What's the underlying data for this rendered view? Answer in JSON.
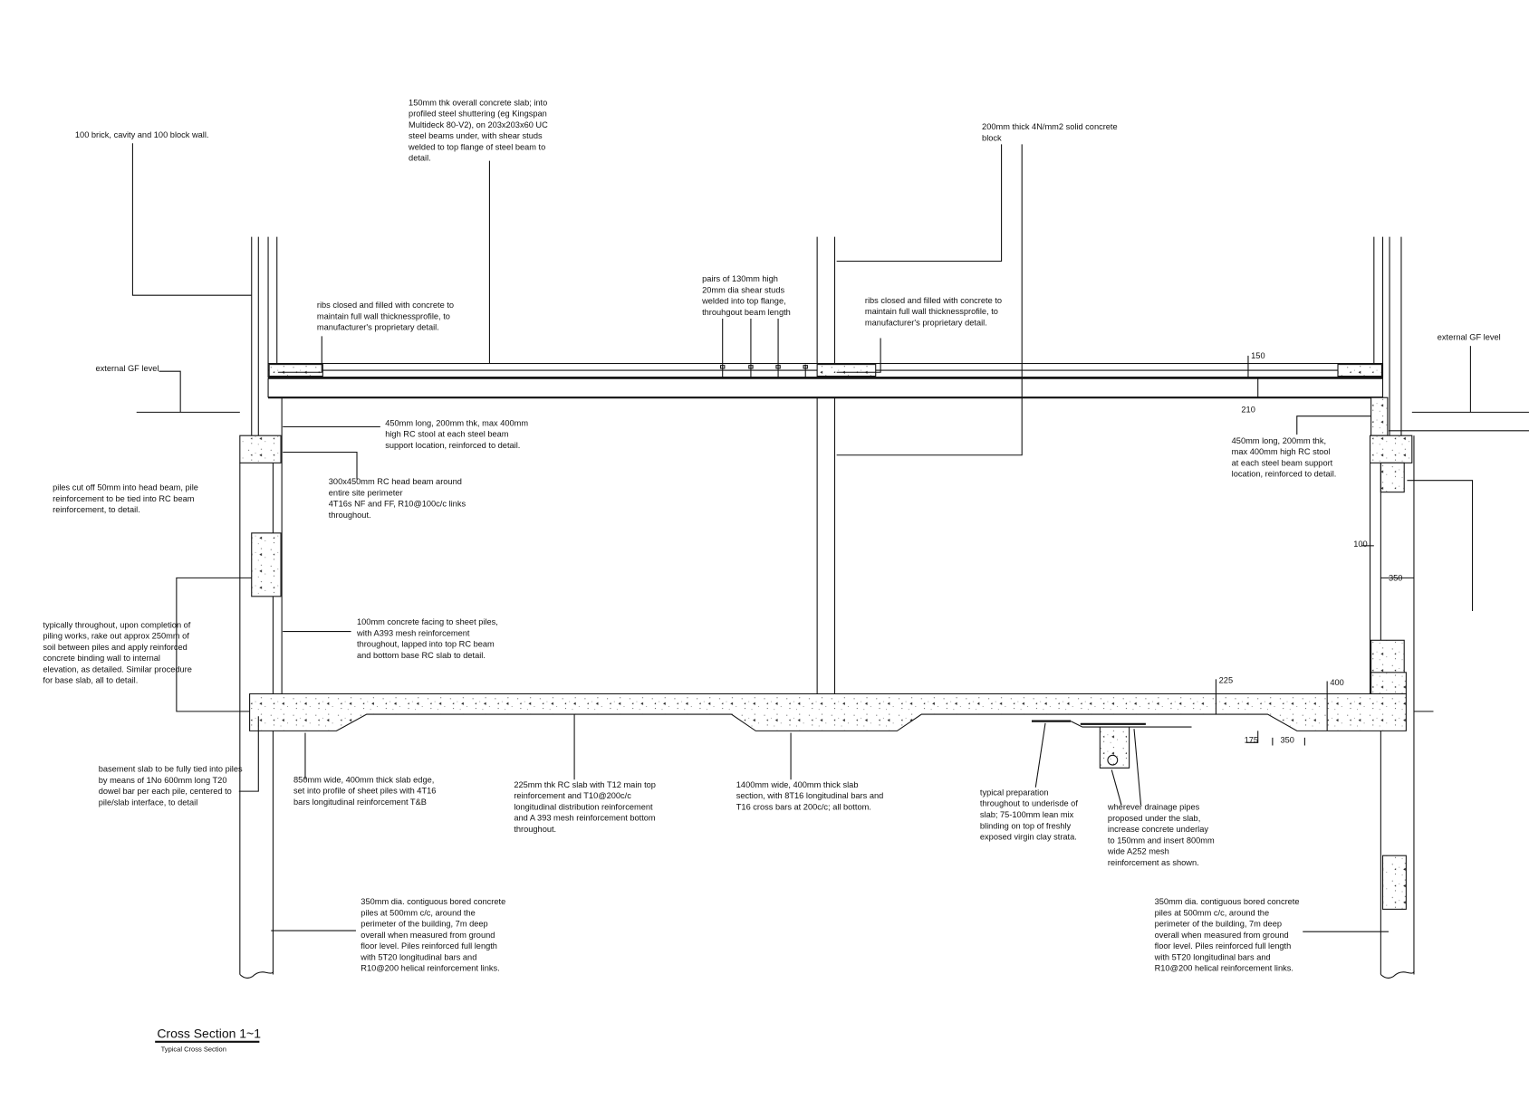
{
  "drawing": {
    "title": "Cross Section 1~1",
    "subtitle": "Typical Cross Section"
  },
  "notes": {
    "wall": [
      "100 brick, cavity and 100 block wall."
    ],
    "slab": [
      "150mm thk overall concrete slab; into",
      "profiled steel shuttering (eg Kingspan",
      "Multideck 80-V2), on 203x203x60 UC",
      "steel beams under, with shear studs",
      "welded to top flange of steel beam to",
      "detail."
    ],
    "block": [
      "200mm thick 4N/mm2 solid concrete",
      "block"
    ],
    "studs": [
      "pairs of 130mm high",
      "20mm dia shear studs",
      "welded into top flange,",
      "throuhgout beam length"
    ],
    "ribs_left": [
      "ribs closed and filled with concrete to",
      "maintain full wall thicknessprofile, to",
      "manufacturer's proprietary detail."
    ],
    "ribs_right": [
      "ribs closed and filled with concrete to",
      "maintain full wall thicknessprofile, to",
      "manufacturer's proprietary detail."
    ],
    "gf_left": [
      "external GF level"
    ],
    "gf_right": [
      "external GF level"
    ],
    "stool_left": [
      "450mm long, 200mm thk, max 400mm",
      "high RC stool at each steel beam",
      "support location, reinforced to detail."
    ],
    "head_beam": [
      "300x450mm RC head beam around",
      "entire site perimeter",
      "4T16s NF and FF, R10@100c/c links",
      "throughout."
    ],
    "piles_cutoff": [
      "piles cut off 50mm into head beam, pile",
      "reinforcement to be tied into RC beam",
      "reinforcement, to detail."
    ],
    "typically": [
      "typically throughout, upon completion of",
      "piling works, rake out approx 250mm of",
      "soil between piles and apply reinforced",
      "concrete binding wall to internal",
      "elevation, as detailed.  Similar procedure",
      "for base slab, all to detail."
    ],
    "facing": [
      "100mm concrete facing to sheet piles,",
      "with A393 mesh reinforcement",
      "throughout, lapped into top RC beam",
      "and bottom base RC slab to detail."
    ],
    "stool_right": [
      "450mm long, 200mm thk,",
      "max 400mm high RC stool",
      "at each steel beam support",
      "location, reinforced to detail."
    ],
    "basement": [
      "basement slab to be fully tied into piles",
      "by means of 1No 600mm long T20",
      "dowel bar per each pile, centered to",
      "pile/slab interface, to detail"
    ],
    "slab_edge": [
      "850mm wide, 400mm thick slab edge,",
      "set into profile of sheet piles with 4T16",
      "bars  longitudinal reinforcement T&B"
    ],
    "rc_slab": [
      "225mm thk RC slab with T12 main top",
      "reinforcement and T10@200c/c",
      "longitudinal distribution reinforcement",
      "and A 393 mesh reinforcement bottom",
      "throughout."
    ],
    "thick_section": [
      "1400mm wide, 400mm thick slab",
      "section,  with 8T16 longitudinal bars and",
      "T16 cross bars at 200c/c; all bottom."
    ],
    "preparation": [
      "typical preparation",
      "throughout to underisde of",
      "slab; 75-100mm lean mix",
      "blinding on top of freshly",
      "exposed virgin clay strata."
    ],
    "drainage": [
      "wherever drainage pipes",
      "proposed under the slab,",
      "increase concrete underlay",
      "to 150mm and insert 800mm",
      "wide A252 mesh",
      "reinforcement as shown."
    ],
    "piles_left": [
      "350mm dia. contiguous bored concrete",
      "piles at 500mm c/c, around the",
      "perimeter of the building, 7m deep",
      "overall when measured from ground",
      "floor level.  Piles reinforced full length",
      "with 5T20 longitudinal bars and",
      "R10@200 helical reinforcement links."
    ],
    "piles_right": [
      "350mm dia. contiguous bored concrete",
      "piles at 500mm c/c, around the",
      "perimeter of the building, 7m deep",
      "overall when measured from ground",
      "floor level.  Piles reinforced full length",
      "with 5T20 longitudinal bars and",
      "R10@200 helical reinforcement links."
    ]
  },
  "dimensions": {
    "slab_thk": "150",
    "beam_depth": "210",
    "facing_thk": "100",
    "pile_dia": "350",
    "base_slab_thk": "225",
    "edge_thk": "400",
    "step": "175",
    "step_width": "350"
  }
}
